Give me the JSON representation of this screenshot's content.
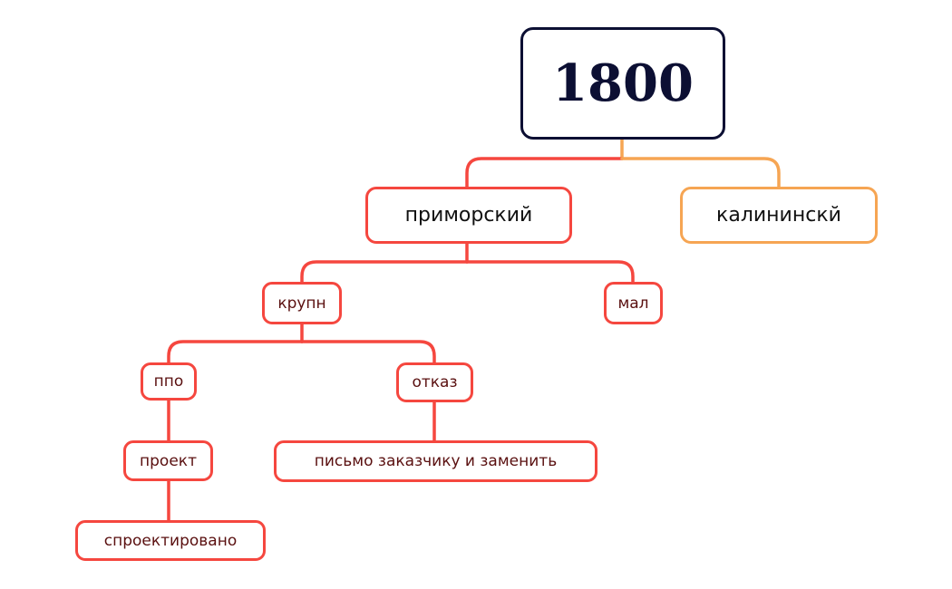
{
  "colors": {
    "root_border": "#0c0f33",
    "branch_red": "#f5473f",
    "branch_orange": "#f6a553",
    "leaf_text": "#5a1010",
    "main_text": "#111111"
  },
  "root": {
    "label": "1800"
  },
  "branches": [
    {
      "label": "приморский",
      "color": "#f5473f",
      "children": [
        {
          "label": "крупн",
          "children": [
            {
              "label": "ппо",
              "children": [
                {
                  "label": "проект",
                  "children": [
                    {
                      "label": "спроектировано"
                    }
                  ]
                }
              ]
            },
            {
              "label": "отказ",
              "children": [
                {
                  "label": "письмо заказчику и заменить"
                }
              ]
            }
          ]
        },
        {
          "label": "мал"
        }
      ]
    },
    {
      "label": "калининскй",
      "color": "#f6a553"
    }
  ]
}
